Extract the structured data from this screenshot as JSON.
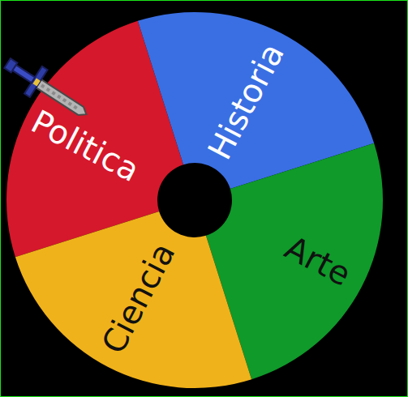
{
  "diagram": {
    "nodes": [
      {
        "text": [
          "Politica"
        ]
      },
      {
        "text": [
          "Historia"
        ]
      },
      {
        "text": [
          "Arte"
        ]
      },
      {
        "text": [
          "Ciencia"
        ]
      }
    ]
  }
}
